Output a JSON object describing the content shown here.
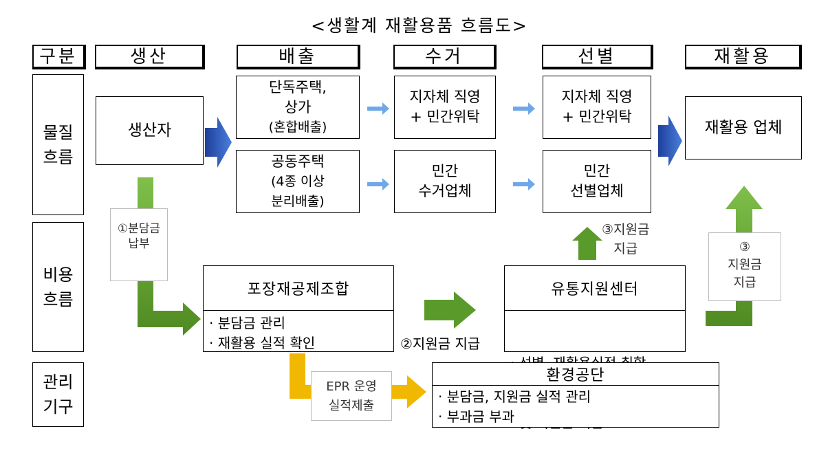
{
  "title": "<생활계 재활용품 흐름도>",
  "headers": {
    "category": "구분",
    "production": "생산",
    "discharge": "배출",
    "collection": "수거",
    "sorting": "선별",
    "recycling": "재활용"
  },
  "categories": {
    "material_flow": [
      "물질",
      "흐름"
    ],
    "cost_flow": [
      "비용",
      "흐름"
    ],
    "management": [
      "관리",
      "기구"
    ]
  },
  "boxes": {
    "producer": "생산자",
    "single_house": [
      "단독주택,",
      "상가",
      "(혼합배출)"
    ],
    "apartment": [
      "공동주택",
      "(4종 이상",
      "분리배출)"
    ],
    "collection_gov": [
      "지자체 직영",
      "+ 민간위탁"
    ],
    "collection_private": [
      "민간",
      "수거업체"
    ],
    "sorting_gov": [
      "지자체 직영",
      "+ 민간위탁"
    ],
    "sorting_private": [
      "민간",
      "선별업체"
    ],
    "recycler": "재활용 업체"
  },
  "orgs": {
    "union": {
      "name": "포장재공제조합",
      "items": [
        "· 분담금 관리",
        "· 재활용 실적 확인"
      ]
    },
    "center": {
      "name": "유통지원센터",
      "items": [
        "· 선별, 재활용실적 취합",
        "  및 지원금 지급"
      ]
    },
    "env_corp": {
      "name": "환경공단",
      "items": [
        "· 분담금, 지원금 실적 관리",
        "· 부과금 부과"
      ]
    }
  },
  "labels": {
    "pay_contribution": [
      "①분담금",
      "납부"
    ],
    "support_union": "②지원금 지급",
    "support_sorting": [
      "③지원금",
      "지급"
    ],
    "support_recycling": [
      "③",
      "지원금",
      "지급"
    ],
    "epr_report": [
      "EPR 운영",
      "실적제출"
    ]
  },
  "colors": {
    "blue_arrow": "#3060c8",
    "blue_light": "#6fa8e6",
    "green_arrow": "#5a9a2a",
    "yellow_arrow": "#f0b800"
  }
}
